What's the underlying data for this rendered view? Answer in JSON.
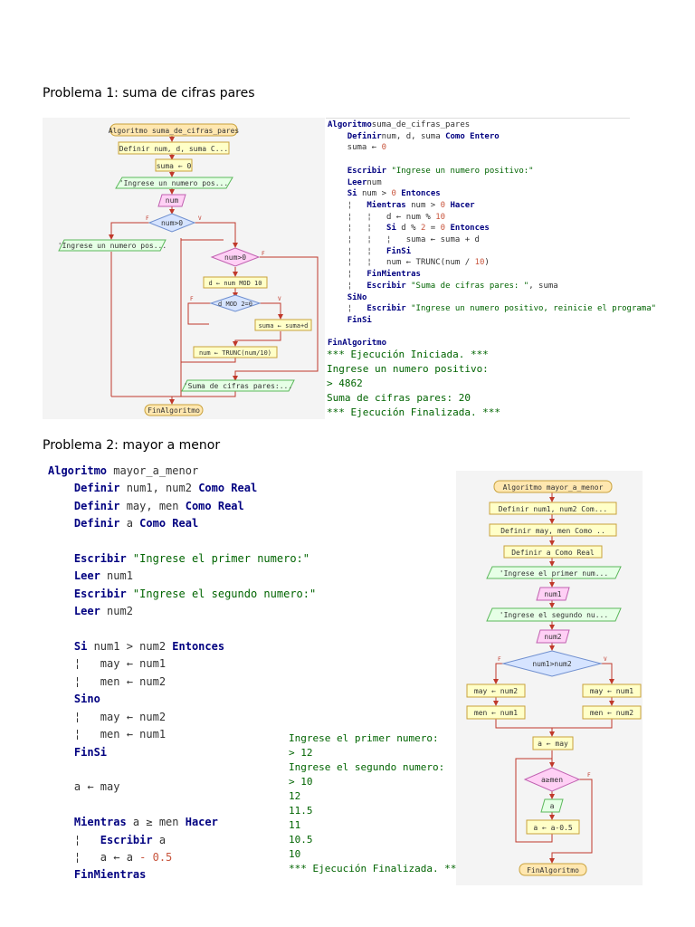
{
  "p1": {
    "heading": "Problema 1: suma de cifras pares",
    "flow": {
      "start": "Algoritmo suma_de_cifras_pares",
      "define": "Definir num, d, suma C...",
      "assign_suma": "suma ← 0",
      "write_prompt": "'Ingrese un numero pos...",
      "read_num": "num",
      "cond1": "num>0",
      "cond1_false": "F",
      "cond1_true": "V",
      "write_retry": "'Ingrese un numero pos...",
      "cond2": "num>0",
      "cond2_false": "F",
      "d_assign": "d ← num MOD 10",
      "cond3": "d MOD 2=0",
      "cond3_false": "F",
      "cond3_true": "V",
      "suma_assign": "suma ← suma+d",
      "num_assign": "num ← TRUNC(num/10)",
      "write_result": "'Suma de cifras pares:...",
      "end": "FinAlgoritmo"
    },
    "code": [
      [
        [
          "kw",
          "Algoritmo"
        ],
        [
          "",
          "suma_de_cifras_pares"
        ]
      ],
      [
        [
          "",
          "    "
        ],
        [
          "kw",
          "Definir"
        ],
        [
          "",
          "num, d, suma "
        ],
        [
          "kw",
          "Como Entero"
        ]
      ],
      [
        [
          "",
          "    suma ← "
        ],
        [
          "num",
          "0"
        ]
      ],
      [
        [
          "",
          ""
        ]
      ],
      [
        [
          "",
          "    "
        ],
        [
          "kw",
          "Escribir"
        ],
        [
          "str",
          " \"Ingrese un numero positivo:\""
        ]
      ],
      [
        [
          "",
          "    "
        ],
        [
          "kw",
          "Leer"
        ],
        [
          "",
          ""
        ],
        [
          "",
          "num"
        ]
      ],
      [
        [
          "",
          "    "
        ],
        [
          "kw",
          "Si"
        ],
        [
          "",
          " num > "
        ],
        [
          "num",
          "0"
        ],
        [
          "kw",
          " Entonces"
        ]
      ],
      [
        [
          "",
          "    ¦   "
        ],
        [
          "kw",
          "Mientras"
        ],
        [
          "",
          " num > "
        ],
        [
          "num",
          "0"
        ],
        [
          "kw",
          " Hacer"
        ]
      ],
      [
        [
          "",
          "    ¦   ¦   d ← num % "
        ],
        [
          "num",
          "10"
        ]
      ],
      [
        [
          "",
          "    ¦   ¦   "
        ],
        [
          "kw",
          "Si"
        ],
        [
          "",
          " d % "
        ],
        [
          "num",
          "2"
        ],
        [
          "",
          " = "
        ],
        [
          "num",
          "0"
        ],
        [
          "kw",
          " Entonces"
        ]
      ],
      [
        [
          "",
          "    ¦   ¦   ¦   suma ← suma + d"
        ]
      ],
      [
        [
          "",
          "    ¦   ¦   "
        ],
        [
          "kw",
          "FinSi"
        ]
      ],
      [
        [
          "",
          "    ¦   ¦   num ← TRUNC(num / "
        ],
        [
          "num",
          "10"
        ],
        [
          "",
          ")"
        ]
      ],
      [
        [
          "",
          "    ¦   "
        ],
        [
          "kw",
          "FinMientras"
        ]
      ],
      [
        [
          "",
          "    ¦   "
        ],
        [
          "kw",
          "Escribir"
        ],
        [
          "str",
          " \"Suma de cifras pares: \""
        ],
        [
          "",
          ", suma"
        ]
      ],
      [
        [
          "",
          "    "
        ],
        [
          "kw",
          "SiNo"
        ]
      ],
      [
        [
          "",
          "    ¦   "
        ],
        [
          "kw",
          "Escribir"
        ],
        [
          "str",
          " \"Ingrese un numero positivo, reinicie el programa\""
        ]
      ],
      [
        [
          "",
          "    "
        ],
        [
          "kw",
          "FinSi"
        ]
      ],
      [
        [
          "",
          ""
        ]
      ],
      [
        [
          "kw",
          "FinAlgoritmo"
        ]
      ]
    ],
    "output": [
      "*** Ejecución Iniciada. ***",
      "Ingrese un numero positivo:",
      "> 4862",
      "Suma de cifras pares: 20",
      "*** Ejecución Finalizada. ***"
    ]
  },
  "p2": {
    "heading": "Problema 2: mayor a menor",
    "code": [
      [
        [
          "kw",
          "Algoritmo"
        ],
        [
          "",
          " mayor_a_menor"
        ]
      ],
      [
        [
          "",
          "    "
        ],
        [
          "kw",
          "Definir"
        ],
        [
          "",
          " num1, num2 "
        ],
        [
          "kw",
          "Como Real"
        ]
      ],
      [
        [
          "",
          "    "
        ],
        [
          "kw",
          "Definir"
        ],
        [
          "",
          " may, men "
        ],
        [
          "kw",
          "Como Real"
        ]
      ],
      [
        [
          "",
          "    "
        ],
        [
          "kw",
          "Definir"
        ],
        [
          "",
          " a "
        ],
        [
          "kw",
          "Como Real"
        ]
      ],
      [
        [
          "",
          ""
        ]
      ],
      [
        [
          "",
          "    "
        ],
        [
          "kw",
          "Escribir"
        ],
        [
          "str",
          " \"Ingrese el primer numero:\""
        ]
      ],
      [
        [
          "",
          "    "
        ],
        [
          "kw",
          "Leer"
        ],
        [
          "",
          " num1"
        ]
      ],
      [
        [
          "",
          "    "
        ],
        [
          "kw",
          "Escribir"
        ],
        [
          "str",
          " \"Ingrese el segundo numero:\""
        ]
      ],
      [
        [
          "",
          "    "
        ],
        [
          "kw",
          "Leer"
        ],
        [
          "",
          " num2"
        ]
      ],
      [
        [
          "",
          ""
        ]
      ],
      [
        [
          "",
          "    "
        ],
        [
          "kw",
          "Si"
        ],
        [
          "",
          " num1 > num2 "
        ],
        [
          "kw",
          "Entonces"
        ]
      ],
      [
        [
          "",
          "    ¦   may ← num1"
        ]
      ],
      [
        [
          "",
          "    ¦   men ← num2"
        ]
      ],
      [
        [
          "",
          "    "
        ],
        [
          "kw",
          "Sino"
        ]
      ],
      [
        [
          "",
          "    ¦   may ← num2"
        ]
      ],
      [
        [
          "",
          "    ¦   men ← num1"
        ]
      ],
      [
        [
          "",
          "    "
        ],
        [
          "kw",
          "FinSi"
        ]
      ],
      [
        [
          "",
          ""
        ]
      ],
      [
        [
          "",
          "    a ← may"
        ]
      ],
      [
        [
          "",
          ""
        ]
      ],
      [
        [
          "",
          "    "
        ],
        [
          "kw",
          "Mientras"
        ],
        [
          "",
          " a ≥ men "
        ],
        [
          "kw",
          "Hacer"
        ]
      ],
      [
        [
          "",
          "    ¦   "
        ],
        [
          "kw",
          "Escribir"
        ],
        [
          "",
          " a"
        ]
      ],
      [
        [
          "",
          "    ¦   a ← a "
        ],
        [
          "num",
          "- 0.5"
        ]
      ],
      [
        [
          "",
          "    "
        ],
        [
          "kw",
          "FinMientras"
        ]
      ]
    ],
    "output": [
      "Ingrese el primer numero:",
      "> 12",
      "Ingrese el segundo numero:",
      "> 10",
      "12",
      "11.5",
      "11",
      "10.5",
      "10",
      "*** Ejecución Finalizada. **"
    ],
    "flow": {
      "start": "Algoritmo mayor_a_menor",
      "def1": "Definir num1, num2 Com...",
      "def2": "Definir may, men Como ..",
      "def3": "Definir a Como Real",
      "write1": "'Ingrese el primer num...",
      "read1": "num1",
      "write2": "'Ingrese el segundo nu...",
      "read2": "num2",
      "cond": "num1>num2",
      "cond_false": "F",
      "cond_true": "V",
      "left1": "may ← num2",
      "left2": "men ← num1",
      "right1": "may ← num1",
      "right2": "men ← num2",
      "assign_a": "a ← may",
      "loop_cond": "a≥men",
      "loop_false": "F",
      "write_a": "a",
      "dec_a": "a ← a-0.5",
      "end": "FinAlgoritmo"
    }
  },
  "colors": {
    "keyword": "#000080",
    "string": "#006400",
    "number": "#c8553d",
    "flow_line": "#c0392b",
    "terminal_fill": "#ffe7b0",
    "process_fill": "#ffffc8",
    "io_fill": "#e6ffe6",
    "read_fill": "#ffd0f5",
    "decision_fill": "#d6e4ff"
  }
}
